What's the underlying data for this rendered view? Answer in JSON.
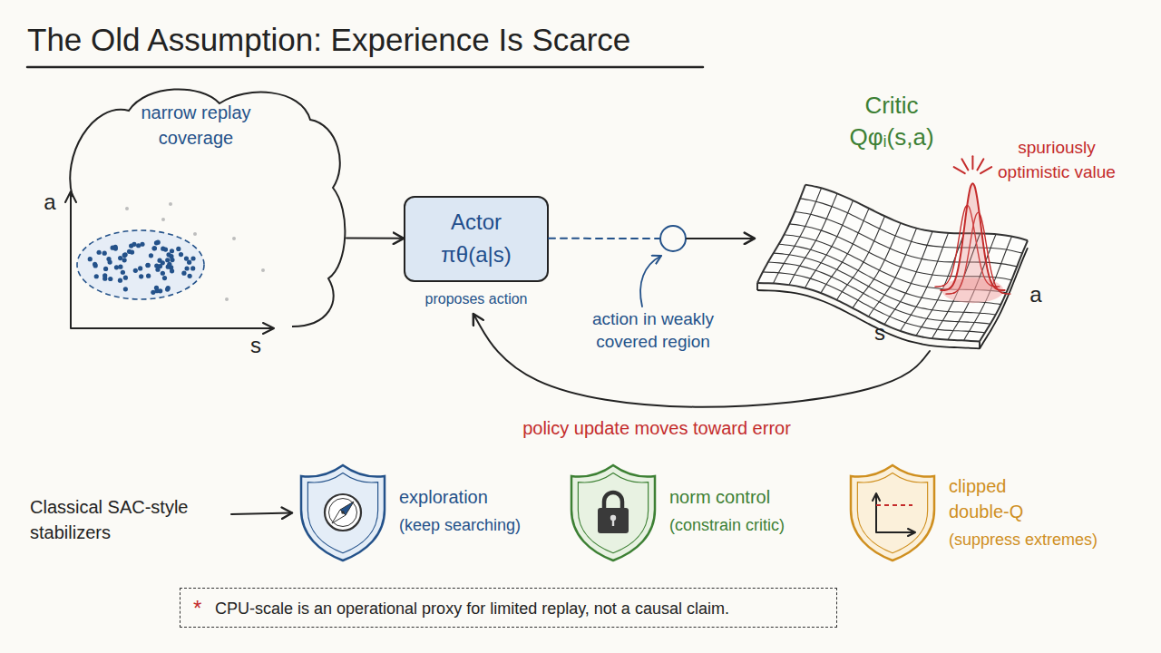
{
  "diagram": {
    "title": "The Old Assumption: Experience Is Scarce",
    "nodes": [
      {
        "text": [
          "narrow replay coverage"
        ]
      },
      {
        "text": [
          "Actor",
          "πθ(a|s)",
          "proposes action"
        ]
      },
      {
        "text": [
          "action in weakly covered region"
        ]
      },
      {
        "text": [
          "Critic",
          "Qφᵢ(s,a)"
        ]
      },
      {
        "text": [
          "Classical SAC-style stabilizers"
        ]
      },
      {
        "text": [
          "exploration",
          "(keep searching)"
        ]
      },
      {
        "text": [
          "norm control",
          "(constrain critic)"
        ]
      },
      {
        "text": [
          "clipped double-Q",
          "(suppress extremes)"
        ]
      },
      {
        "text": [
          "*",
          "CPU-scale is an operational proxy for limited replay, not a causal claim."
        ]
      }
    ],
    "edges": [
      {
        "from": 0,
        "to": 1,
        "arrow": "to"
      },
      {
        "from": 1,
        "to": 2,
        "arrow": "none"
      },
      {
        "from": 2,
        "to": 3,
        "arrow": "to"
      },
      {
        "from": 3,
        "to": 1,
        "label": "policy update moves toward error",
        "arrow": "to"
      },
      {
        "from": 4,
        "to": 5,
        "arrow": "to"
      }
    ],
    "labels": [
      "a",
      "s",
      "s",
      "a",
      "spuriously optimistic value"
    ]
  }
}
